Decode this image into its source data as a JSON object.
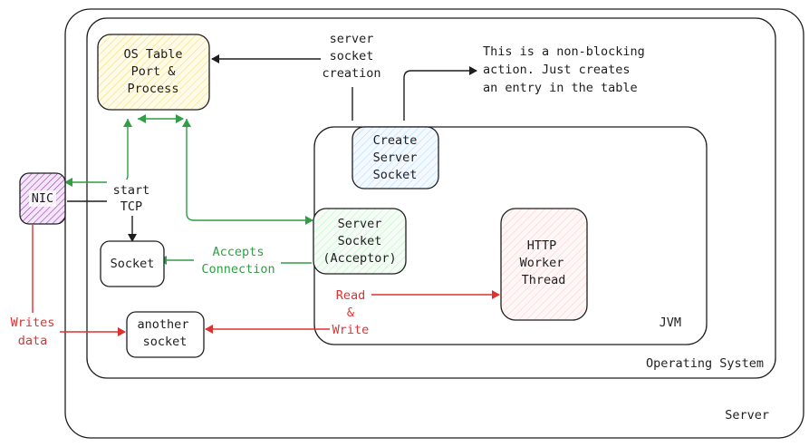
{
  "containers": {
    "server": "Server",
    "os": "Operating System",
    "jvm": "JVM"
  },
  "nodes": {
    "os_table": [
      "OS Table",
      "Port &",
      "Process"
    ],
    "create_server_socket": [
      "Create",
      "Server",
      "Socket"
    ],
    "server_socket": [
      "Server",
      "Socket",
      "(Acceptor)"
    ],
    "http_worker": [
      "HTTP",
      "Worker",
      "Thread"
    ],
    "nic": "NIC",
    "socket": "Socket",
    "another_socket": [
      "another",
      "socket"
    ]
  },
  "labels": {
    "server_socket_creation": [
      "server",
      "socket",
      "creation"
    ],
    "non_blocking_note": [
      "This is a non-blocking",
      "action. Just creates",
      "an entry in the table"
    ],
    "start_tcp": [
      "start",
      "TCP"
    ],
    "accepts_connection": [
      "Accepts",
      "Connection"
    ],
    "read_write": [
      "Read",
      "&",
      "Write"
    ],
    "writes_data": [
      "Writes",
      "data"
    ]
  },
  "colors": {
    "stroke": "#1e1e1e",
    "green": "#2f9e44",
    "red": "#e03131",
    "os_table_fill": "#fff3bf",
    "create_fill": "#a5d8ff",
    "server_socket_fill": "#b2f2bb",
    "http_fill": "#ffc9c9",
    "nic_fill": "#9c36b5"
  }
}
